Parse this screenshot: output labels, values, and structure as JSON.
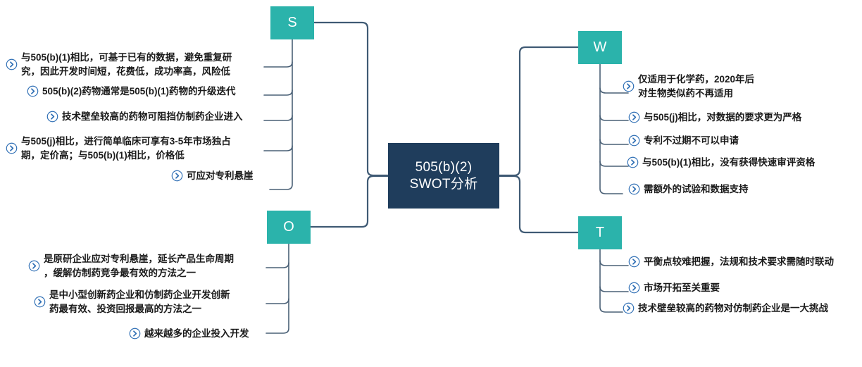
{
  "diagram": {
    "title": "505(b)(2) SWOT分析",
    "type": "mindmap",
    "background_color": "#ffffff",
    "colors": {
      "center_node": "#1f3d5c",
      "quadrant_node": "#2bb3ab",
      "connector": "#3f5a74",
      "bullet_icon": "#2f6fb5",
      "text": "#1a1a1a"
    }
  },
  "center": {
    "line1": "505(b)(2)",
    "line2": "SWOT分析"
  },
  "quadrants": {
    "s": {
      "label": "S"
    },
    "w": {
      "label": "W"
    },
    "o": {
      "label": "O"
    },
    "t": {
      "label": "T"
    }
  },
  "branches": {
    "strengths": {
      "label": "S",
      "items": [
        "与505(b)(1)相比，可基于已有的数据，避免重复研\n究，因此开发时间短，花费低，成功率高，风险低",
        "505(b)(2)药物通常是505(b)(1)药物的升级迭代",
        "技术壁垒较高的药物可阻挡仿制药企业进入",
        "与505(j)相比，进行简单临床可享有3-5年市场独占\n期，定价高；与505(b)(1)相比，价格低",
        "可应对专利悬崖"
      ]
    },
    "weaknesses": {
      "label": "W",
      "items": [
        "仅适用于化学药，2020年后\n对生物类似药不再适用",
        "与505(j)相比，对数据的要求更为严格",
        "专利不过期不可以申请",
        "与505(b)(1)相比，没有获得快速审评资格",
        "需额外的试验和数据支持"
      ]
    },
    "opportunities": {
      "label": "O",
      "items": [
        "是原研企业应对专利悬崖，延长产品生命周期\n，缓解仿制药竞争最有效的方法之一",
        "是中小型创新药企业和仿制药企业开发创新\n药最有效、投资回报最高的方法之一",
        "越来越多的企业投入开发"
      ]
    },
    "threats": {
      "label": "T",
      "items": [
        "平衡点较难把握，法规和技术要求需随时联动",
        "市场开拓至关重要",
        "技术壁垒较高的药物对仿制药企业是一大挑战"
      ]
    }
  },
  "icons": {
    "bullet": "chevron-right-circle-icon"
  }
}
